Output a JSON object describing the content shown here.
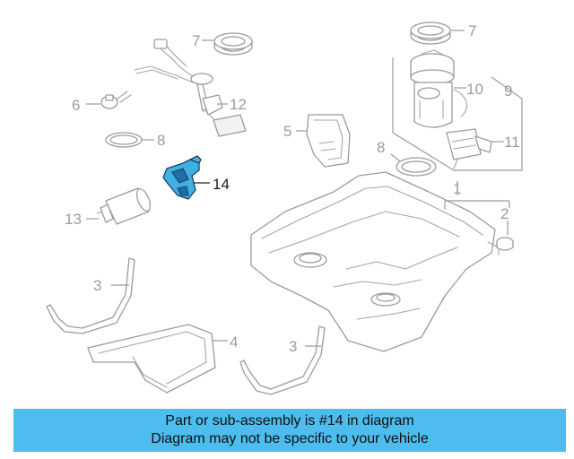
{
  "colors": {
    "line": "#9b9b9b",
    "highlight": "#3fb0e4",
    "banner": "#4dbcee"
  },
  "callouts": {
    "c1": "1",
    "c2": "2",
    "c3a": "3",
    "c3b": "3",
    "c4": "4",
    "c5": "5",
    "c6": "6",
    "c7a": "7",
    "c7b": "7",
    "c8a": "8",
    "c8b": "8",
    "c9": "9",
    "c10": "10",
    "c11": "11",
    "c12": "12",
    "c13": "13",
    "c14": "14"
  },
  "highlighted_part": "14",
  "banner": {
    "line1": "Part or sub-assembly is #14 in diagram",
    "line2": "Diagram may not be specific to your vehicle"
  }
}
